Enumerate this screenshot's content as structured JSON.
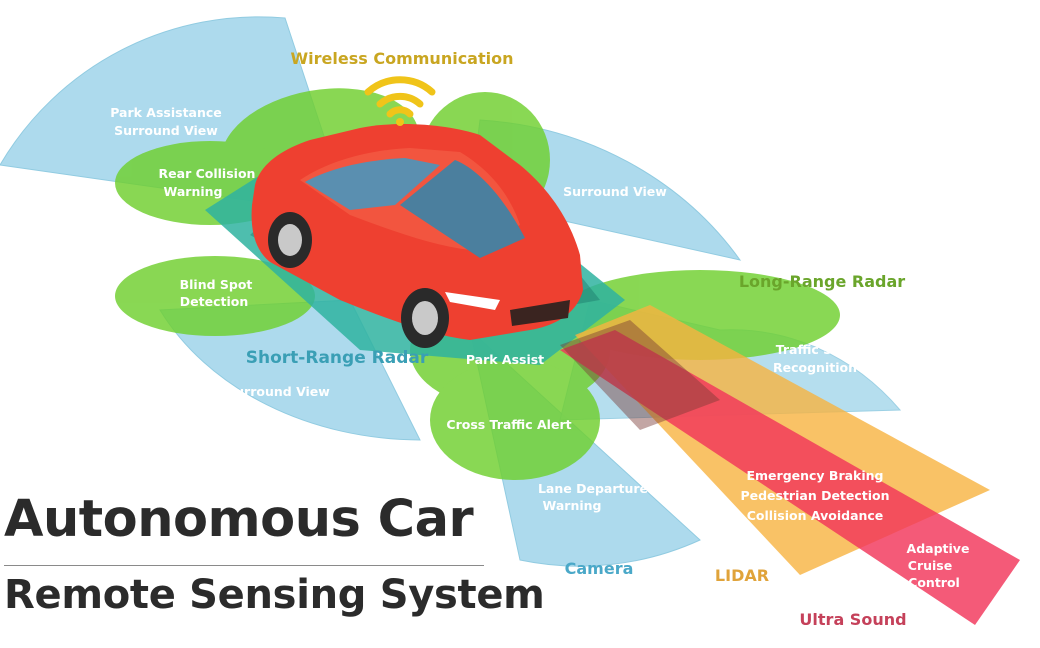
{
  "title": "Autonomous Car",
  "subtitle": "Remote Sensing System",
  "sensors": {
    "wireless": "Wireless Communication",
    "short_range_radar": "Short-Range Radar",
    "long_range_radar": "Long-Range Radar",
    "camera": "Camera",
    "lidar": "LIDAR",
    "ultra_sound": "Ultra Sound"
  },
  "zones": {
    "park_assistance": [
      "Park Assistance",
      "Surround View"
    ],
    "rear_collision": [
      "Rear Collision",
      "Warning"
    ],
    "surround_view_right": "Surround View",
    "blind_spot": [
      "Blind Spot",
      "Detection"
    ],
    "surround_view_left": "Surround View",
    "park_assist": "Park Assist",
    "cross_traffic": "Cross Traffic Alert",
    "traffic_sign": [
      "Traffic Sign",
      "Recognition"
    ],
    "lane_departure": [
      "Lane Departure",
      "Warning"
    ],
    "emergency_braking": "Emergency Braking",
    "pedestrian_detection": "Pedestrian Detection",
    "collision_avoidance": "Collision Avoidance",
    "adaptive_cruise": [
      "Adaptive",
      "Cruise",
      "Control"
    ]
  },
  "colors": {
    "camera_blue": "#a9d9ec",
    "radar_green": "#6fcf2e",
    "teal_zone": "#2fb3a0",
    "lidar_orange": "#f7b340",
    "ultrasound_red": "#f2365a",
    "car_red": "#ee4030",
    "wireless_yellow": "#c9a621",
    "long_range_green": "#6aa52b",
    "short_range_teal": "#3a9fb5",
    "ultrasound_text": "#c5415a"
  },
  "icons": {
    "wireless": "wifi-icon"
  }
}
